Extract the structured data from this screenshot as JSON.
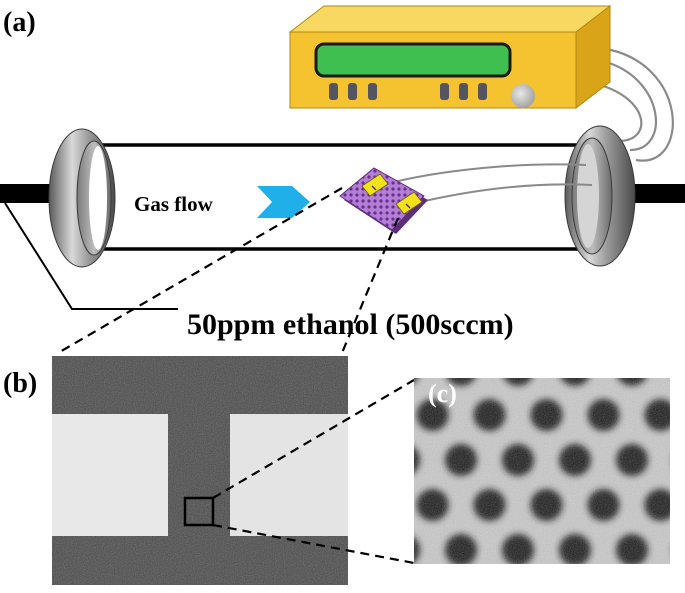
{
  "panels": {
    "a": {
      "label": "(a)"
    },
    "b": {
      "label": "(b)"
    },
    "c": {
      "label": "(c)"
    }
  },
  "annotations": {
    "gas_flow": "Gas flow",
    "gas_mixture": "50ppm ethanol (500sccm)"
  },
  "icons": {
    "instrument": "instrument-box-icon",
    "tube": "quartz-tube-icon",
    "flow_arrow": "chevron-right-icon",
    "sensor": "sensor-chip-icon"
  },
  "colors": {
    "instrument_body": "#f5c230",
    "display": "#3fbf4f",
    "flow_arrow": "#1fb0ea",
    "chip": "#b27ed6",
    "electrode": "#f2e21b",
    "ring": "#8c8c8c"
  }
}
